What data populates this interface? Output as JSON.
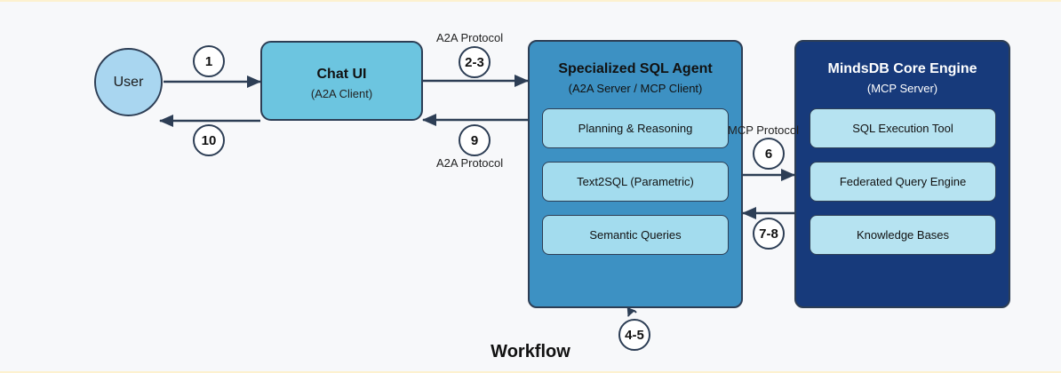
{
  "title": "Workflow",
  "colors": {
    "background": "#f7f8fa",
    "user": "#a9d6f0",
    "chat_ui": "#6cc5e0",
    "agent": "#3d91c3",
    "engine": "#173a7b",
    "sub_box_agent": "#a3dcee",
    "sub_box_engine": "#b6e3f1",
    "stroke": "#2d3e55"
  },
  "nodes": {
    "user": {
      "label": "User"
    },
    "chat_ui": {
      "title": "Chat UI",
      "subtitle": "(A2A Client)"
    },
    "agent": {
      "title": "Specialized SQL Agent",
      "subtitle": "(A2A Server / MCP Client)",
      "components": [
        "Planning & Reasoning",
        "Text2SQL (Parametric)",
        "Semantic Queries"
      ]
    },
    "engine": {
      "title": "MindsDB Core Engine",
      "subtitle": "(MCP Server)",
      "components": [
        "SQL Execution Tool",
        "Federated Query Engine",
        "Knowledge Bases"
      ]
    }
  },
  "edges": [
    {
      "from": "user",
      "to": "chat_ui",
      "step": "1",
      "label": ""
    },
    {
      "from": "chat_ui",
      "to": "agent",
      "step": "2-3",
      "label": "A2A Protocol"
    },
    {
      "from": "agent",
      "to": "agent",
      "step": "4-5",
      "label": ""
    },
    {
      "from": "agent",
      "to": "engine",
      "step": "6",
      "label": "MCP Protocol"
    },
    {
      "from": "engine",
      "to": "agent",
      "step": "7-8",
      "label": ""
    },
    {
      "from": "agent",
      "to": "chat_ui",
      "step": "9",
      "label": "A2A Protocol"
    },
    {
      "from": "chat_ui",
      "to": "user",
      "step": "10",
      "label": ""
    }
  ]
}
